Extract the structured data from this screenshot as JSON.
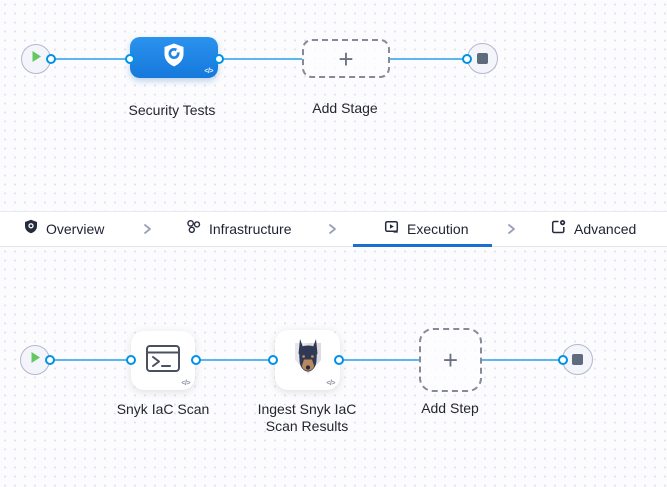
{
  "colors": {
    "node_blue": "#1f86e8",
    "edge_blue": "#5db6ef",
    "connector_ring_blue": "#0092e4",
    "active_tab_underline": "#1b6fd0",
    "play_green": "#63c764",
    "stop_slate": "#5d6b7d"
  },
  "stage_graph": {
    "stage": {
      "label": "Security Tests",
      "icon": "shield-scan-icon",
      "code_badge": "</>"
    },
    "add_stage": {
      "label": "Add Stage",
      "plus_glyph": "+"
    }
  },
  "tab_bar": {
    "tabs": [
      {
        "label": "Overview",
        "icon": "shield-icon",
        "active": false
      },
      {
        "label": "Infrastructure",
        "icon": "nodes-icon",
        "active": false
      },
      {
        "label": "Execution",
        "icon": "run-icon",
        "active": true
      },
      {
        "label": "Advanced",
        "icon": "settings-icon",
        "active": false
      }
    ]
  },
  "execution_graph": {
    "steps": [
      {
        "label": "Snyk IaC Scan",
        "icon": "terminal-icon",
        "code_badge": "</>"
      },
      {
        "label": "Ingest Snyk IaC Scan Results",
        "icon": "snyk-dog-icon",
        "code_badge": "</>"
      }
    ],
    "add_step": {
      "label": "Add Step",
      "plus_glyph": "+"
    }
  }
}
